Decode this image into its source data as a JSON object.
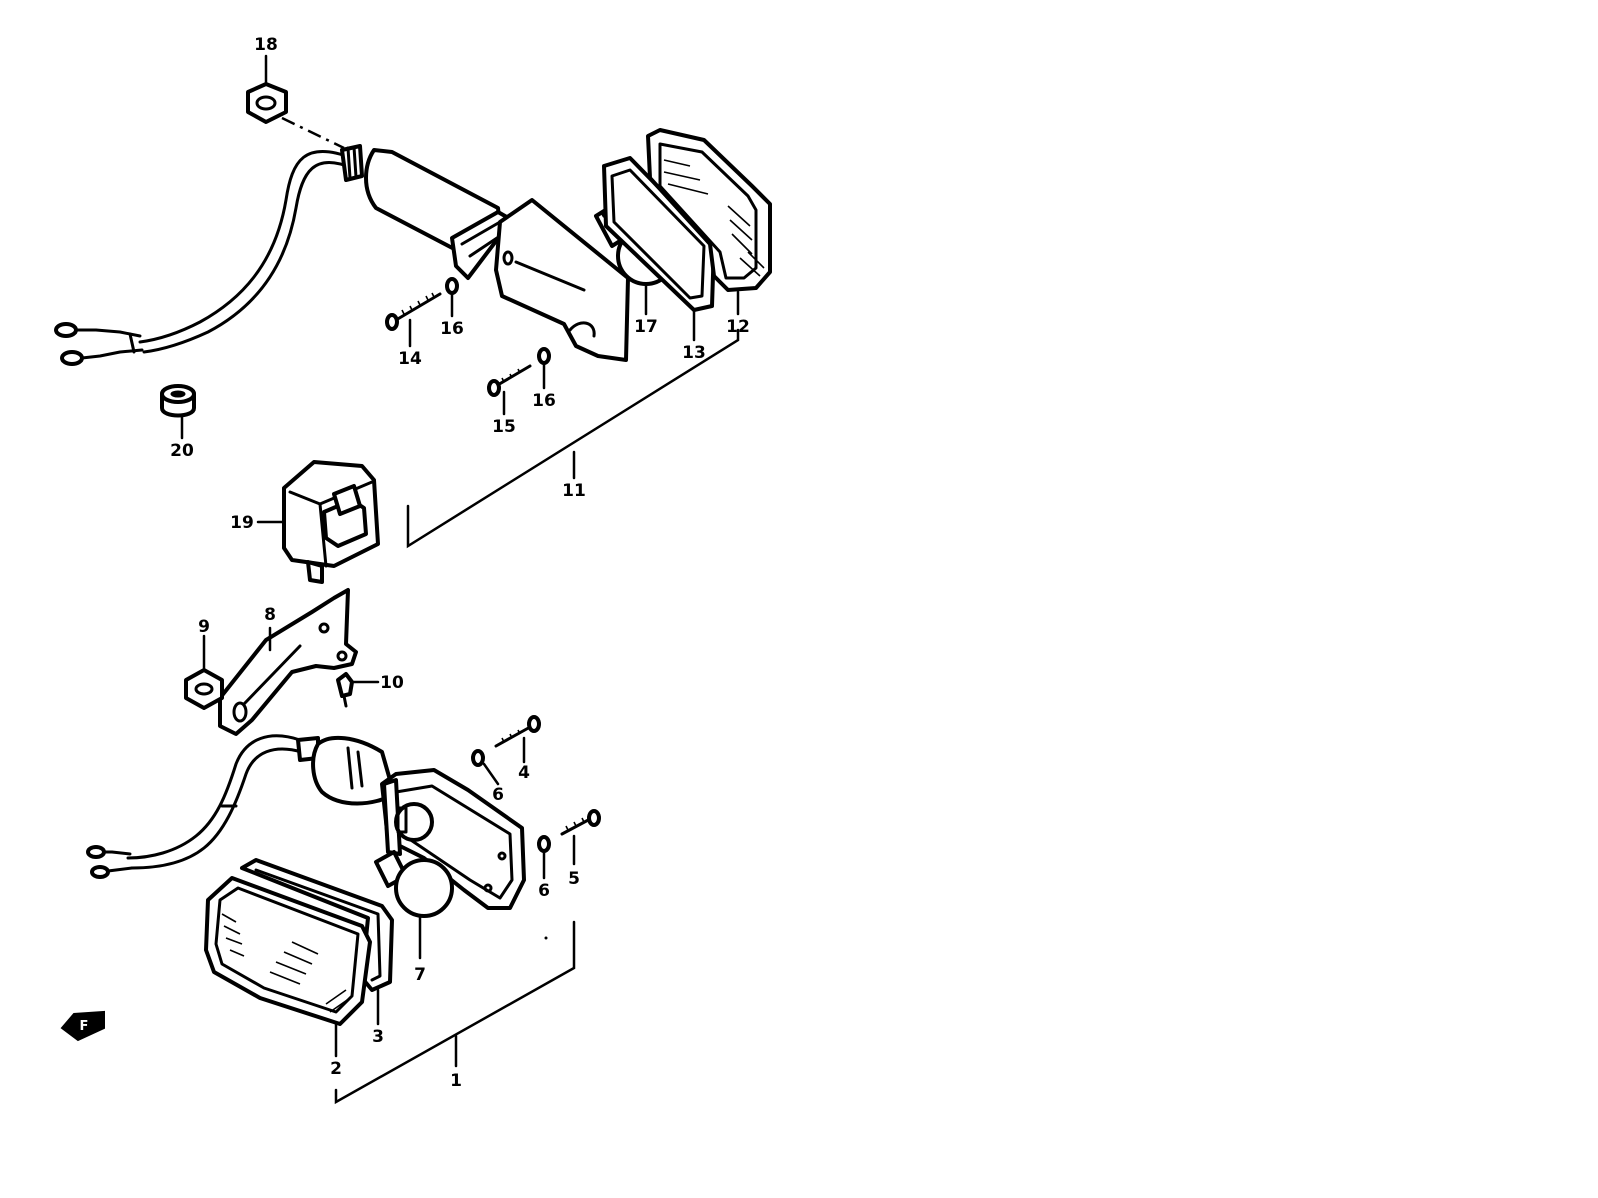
{
  "callouts": {
    "c1": "1",
    "c2": "2",
    "c3": "3",
    "c4": "4",
    "c5": "5",
    "c6a": "6",
    "c6b": "6",
    "c7": "7",
    "c8": "8",
    "c9": "9",
    "c10": "10",
    "c11": "11",
    "c12": "12",
    "c13": "13",
    "c14": "14",
    "c15": "15",
    "c16a": "16",
    "c16b": "16",
    "c17": "17",
    "c18": "18",
    "c19": "19",
    "c20": "20"
  },
  "front_arrow": "F"
}
